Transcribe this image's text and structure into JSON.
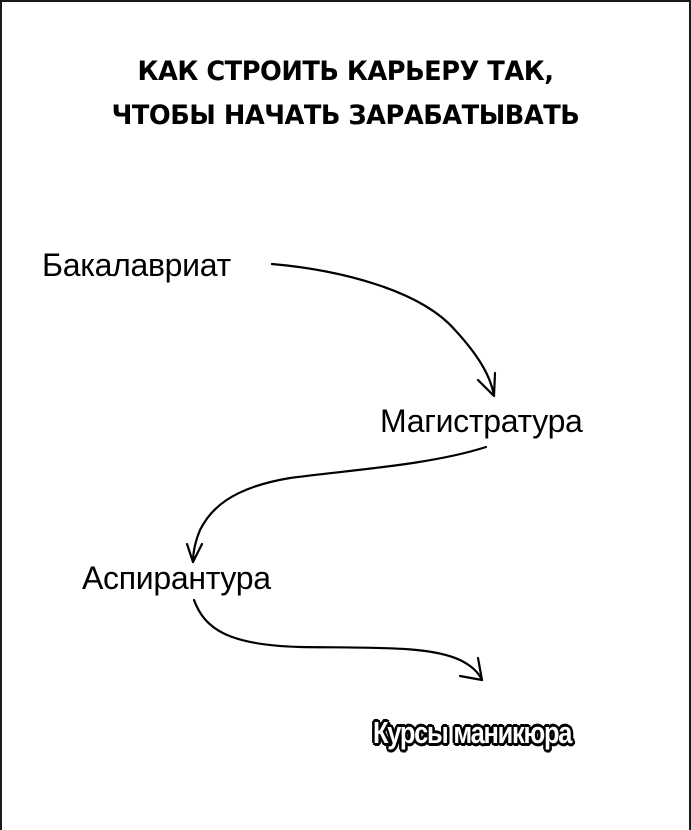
{
  "title": {
    "line1": "КАК СТРОИТЬ КАРЬЕРУ ТАК,",
    "line2": "ЧТОБЫ НАЧАТЬ ЗАРАБАТЫВАТЬ"
  },
  "diagram": {
    "nodes": [
      {
        "id": "bachelor",
        "label": "Бакалавриат"
      },
      {
        "id": "master",
        "label": "Магистратура"
      },
      {
        "id": "phd",
        "label": "Аспирантура"
      },
      {
        "id": "manicure",
        "label": "Курсы маникюра"
      }
    ],
    "edges": [
      {
        "from": "bachelor",
        "to": "master"
      },
      {
        "from": "master",
        "to": "phd"
      },
      {
        "from": "phd",
        "to": "manicure"
      }
    ]
  },
  "colors": {
    "background": "#ffffff",
    "ink": "#000000",
    "frame": "#1a1a1a"
  }
}
